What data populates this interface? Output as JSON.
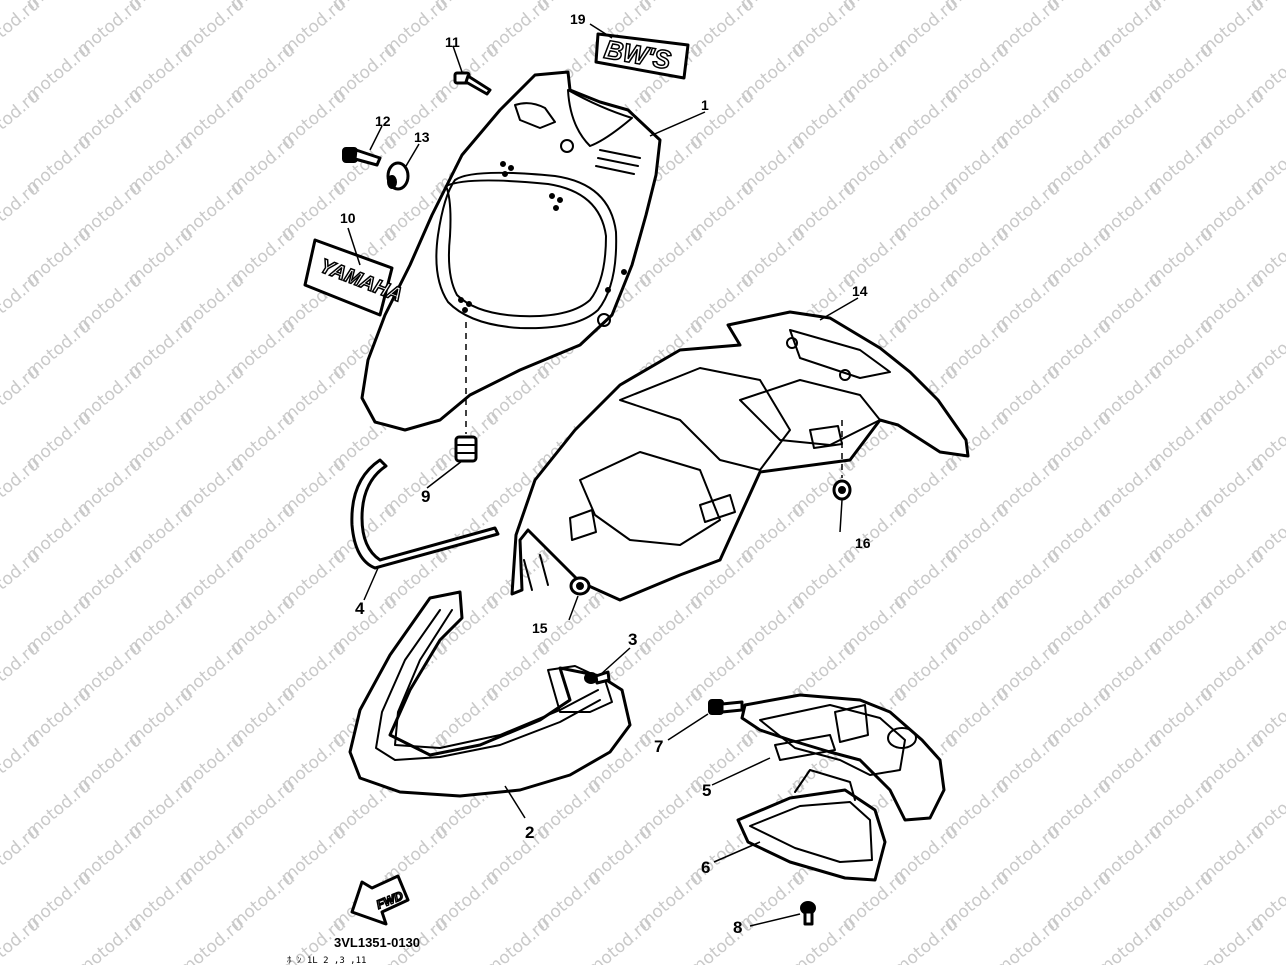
{
  "diagram": {
    "watermark": "motod.ru",
    "part_code": "3VL1351-0130",
    "sub_code": "ﾎ ﾝ 1L 2 ,3 ,11",
    "decals": {
      "bws": "BW'S",
      "brand": "YAMAHA",
      "fwd": "FWD"
    },
    "callouts": [
      {
        "id": "c1",
        "label": "1"
      },
      {
        "id": "c2",
        "label": "2"
      },
      {
        "id": "c3",
        "label": "3"
      },
      {
        "id": "c4",
        "label": "4"
      },
      {
        "id": "c5",
        "label": "5"
      },
      {
        "id": "c6",
        "label": "6"
      },
      {
        "id": "c7",
        "label": "7"
      },
      {
        "id": "c8",
        "label": "8"
      },
      {
        "id": "c9",
        "label": "9"
      },
      {
        "id": "c10",
        "label": "10"
      },
      {
        "id": "c11",
        "label": "11"
      },
      {
        "id": "c12",
        "label": "12"
      },
      {
        "id": "c13",
        "label": "13"
      },
      {
        "id": "c14",
        "label": "14"
      },
      {
        "id": "c15",
        "label": "15"
      },
      {
        "id": "c16",
        "label": "16"
      },
      {
        "id": "c19",
        "label": "19"
      }
    ]
  }
}
